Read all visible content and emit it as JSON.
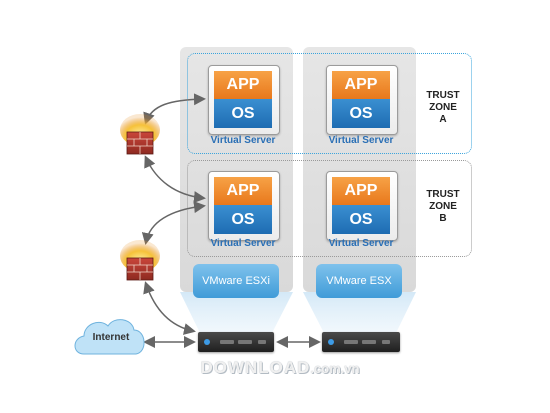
{
  "zones": [
    {
      "label_lines": [
        "TRUST",
        "ZONE",
        "A"
      ]
    },
    {
      "label_lines": [
        "TRUST",
        "ZONE",
        "B"
      ]
    }
  ],
  "vms": [
    {
      "app": "APP",
      "os": "OS",
      "label": "Virtual Server"
    },
    {
      "app": "APP",
      "os": "OS",
      "label": "Virtual Server"
    },
    {
      "app": "APP",
      "os": "OS",
      "label": "Virtual Server"
    },
    {
      "app": "APP",
      "os": "OS",
      "label": "Virtual Server"
    }
  ],
  "hypervisors": [
    "VMware ESXi",
    "VMware ESX"
  ],
  "internet_label": "Internet",
  "watermark": {
    "main": "DOWNLOAD",
    "suffix": ".com.vn"
  },
  "colors": {
    "app": "#e8781c",
    "os": "#1e6cb2",
    "esx": "#3f9bd8",
    "zone_a_border": "#3aa4dc",
    "zone_b_border": "#999999",
    "label_blue": "#2a6fb5"
  },
  "icons": [
    "firewall-icon",
    "cloud-icon",
    "server-icon",
    "double-arrow-icon"
  ]
}
